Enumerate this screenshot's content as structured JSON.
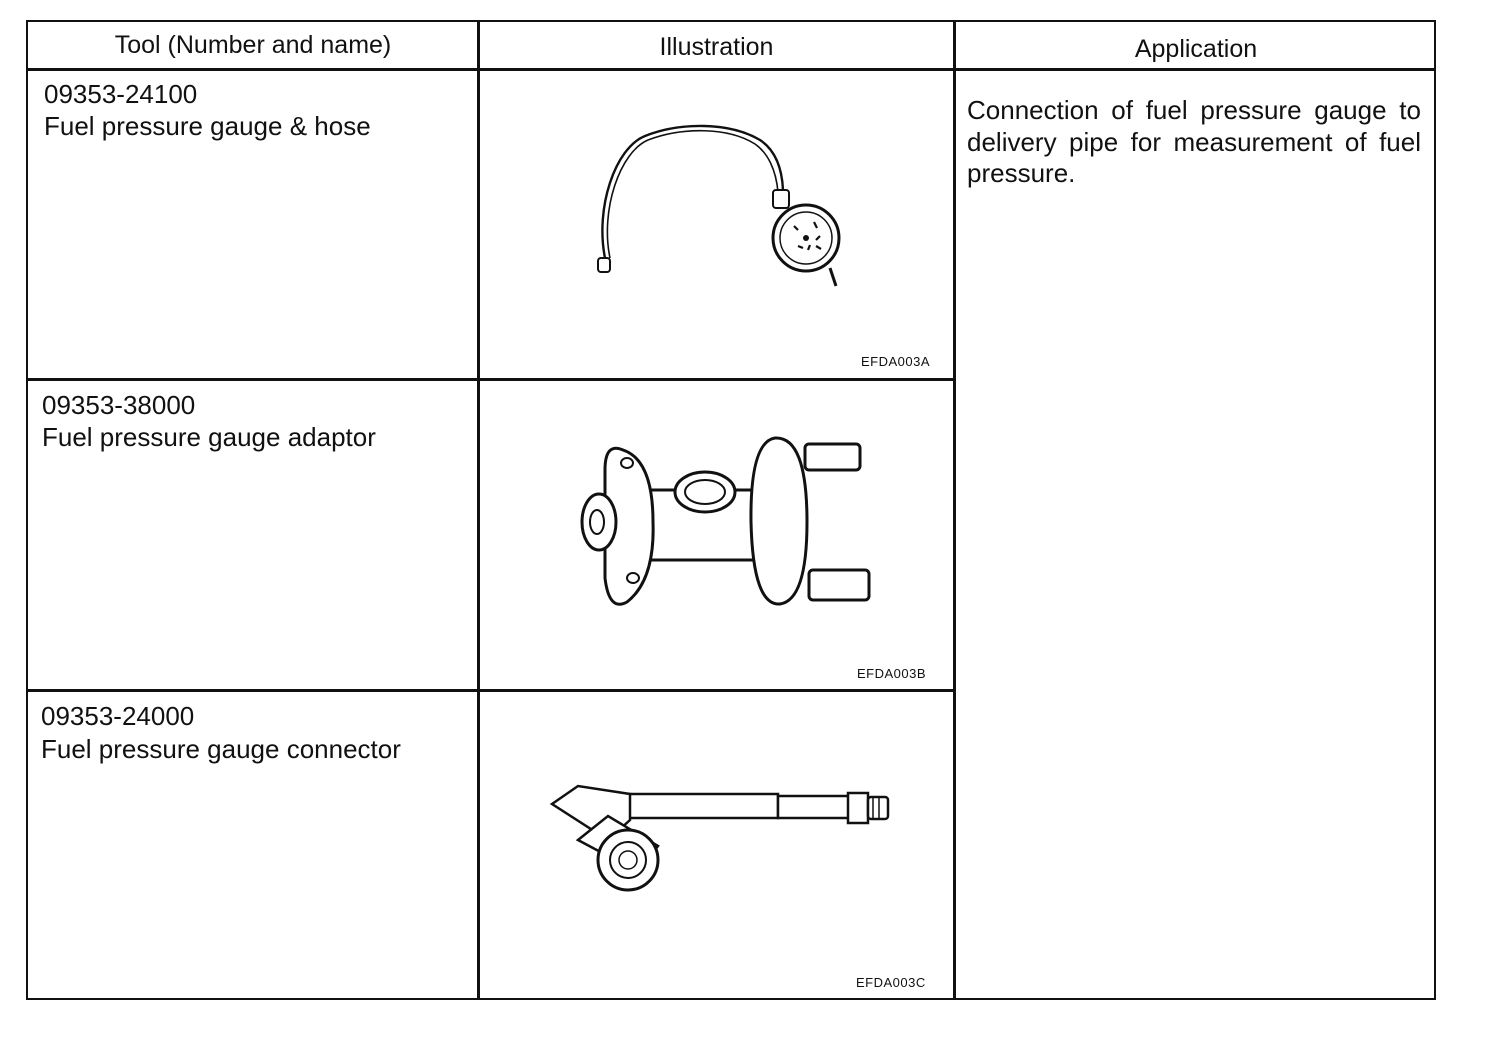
{
  "table": {
    "headers": {
      "tool": "Tool (Number and name)",
      "illustration": "Illustration",
      "application": "Application"
    },
    "rows": [
      {
        "number": "09353-24100",
        "name": "Fuel pressure gauge & hose",
        "illustration_icon": "fuel-pressure-gauge-hose-icon",
        "figure_code": "EFDA003A"
      },
      {
        "number": "09353-38000",
        "name": "Fuel pressure gauge adaptor",
        "illustration_icon": "fuel-pressure-gauge-adaptor-icon",
        "figure_code": "EFDA003B"
      },
      {
        "number": "09353-24000",
        "name": "Fuel pressure gauge connector",
        "illustration_icon": "fuel-pressure-gauge-connector-icon",
        "figure_code": "EFDA003C"
      }
    ],
    "application": "Connection of fuel pressure gauge to delivery pipe for measurement of fuel pressure."
  }
}
